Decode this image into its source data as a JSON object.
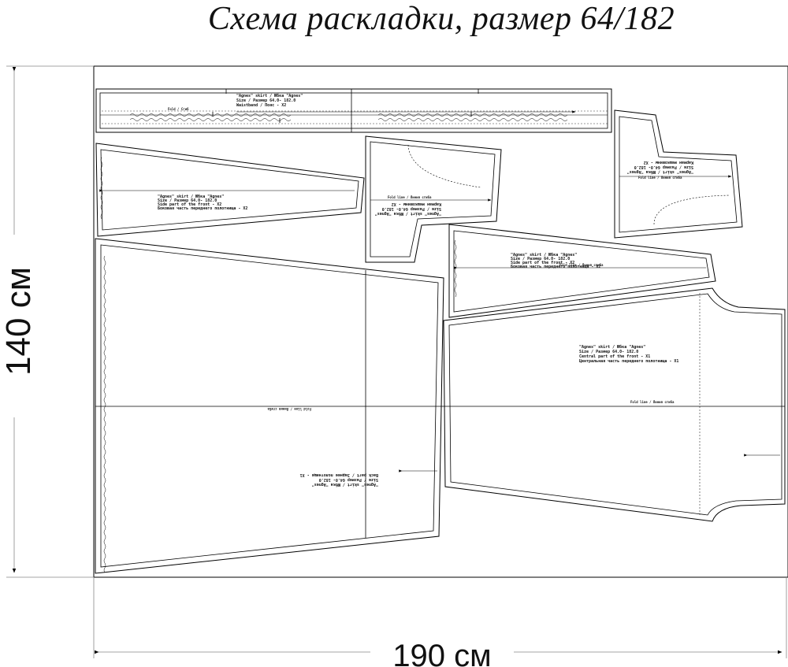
{
  "title": "Схема раскладки, размер 64/182",
  "dimensions": {
    "height_label": "140 см",
    "width_label": "190 см"
  },
  "pieces": {
    "waistband": {
      "lines": [
        "\"Agnes\" skirt / Юбка \"Agnes\"",
        "Size / Размер  64.0- 182.0",
        "Waistband / Пояс - X2"
      ],
      "fold": "Fold / Сгиб"
    },
    "front_side_left": {
      "lines": [
        "\"Agnes\" skirt / Юбка \"Agnes\"",
        "Size / Размер  64.0- 182.0",
        "Side part of the front - X2",
        "Боковая часть переднего полотнища - X2"
      ]
    },
    "pocket_top": {
      "lines": [
        "Карман мешковины - X2",
        "Size / Размер  64.0- 182.0",
        "\"Agnes\" skirt / Юбка \"Agnes\""
      ],
      "fold": "Fold line / Линия сгиба"
    },
    "pocket_right": {
      "lines": [
        "Карман мешковины - X2",
        "Size / Размер  64.0- 182.0",
        "\"Agnes\" skirt / Юбка \"Agnes\""
      ],
      "fold": "Fold line / Линия сгиба"
    },
    "front_side_right": {
      "lines": [
        "\"Agnes\" skirt / Юбка \"Agnes\"",
        "Size / Размер  64.0- 182.0",
        "Side part of the front - X2",
        "Боковая часть переднего полотнища - X2"
      ],
      "fold": "Fold line / Линия сгиба"
    },
    "back": {
      "lines": [
        "\"Agnes\" skirt / Юбка \"Agnes\"",
        "Size / Размер  64.0- 182.0",
        "Back part / Заднее полотнище - X1"
      ],
      "fold": "Fold line / Линия сгиба"
    },
    "central_front": {
      "lines": [
        "\"Agnes\" skirt / Юбка \"Agnes\"",
        "Size / Размер  64.0- 182.0",
        "Central part of the front - X1",
        "Центральная часть переднего полотнища - X1"
      ],
      "fold": "Fold line / Линия сгиба"
    }
  }
}
